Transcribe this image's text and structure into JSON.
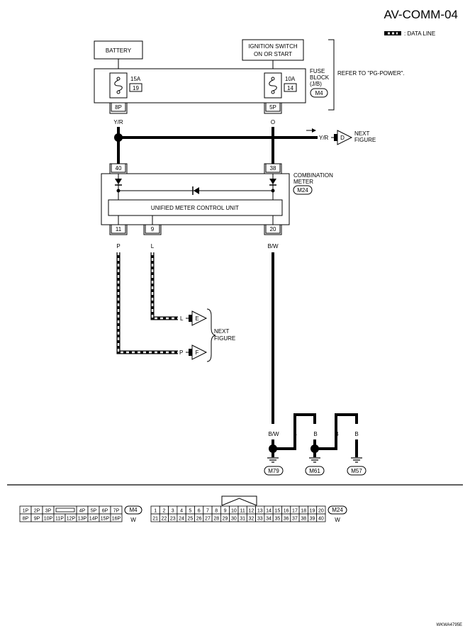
{
  "page_id": "AV-COMM-04",
  "legend": {
    "data_line_label": ": DATA LINE"
  },
  "battery": {
    "label": "BATTERY"
  },
  "ignition": {
    "line1": "IGNITION SWITCH",
    "line2": "ON OR START"
  },
  "fuse_block": {
    "line1": "FUSE",
    "line2": "BLOCK",
    "line3": "(J/B)",
    "connector": "M4",
    "refer": "REFER TO \"PG-POWER\".",
    "fuses": [
      {
        "rating": "15A",
        "number": "19",
        "terminal": "8P",
        "wire": "Y/R"
      },
      {
        "rating": "10A",
        "number": "14",
        "terminal": "5P",
        "wire": "O"
      }
    ]
  },
  "next_d": {
    "wire": "Y/R",
    "letter": "D",
    "line1": "NEXT",
    "line2": "FIGURE"
  },
  "combination_meter": {
    "line1": "COMBINATION",
    "line2": "METER",
    "connector": "M24",
    "unit_label": "UNIFIED METER CONTROL UNIT",
    "input_terminals": [
      "40",
      "38"
    ],
    "output_terminals": [
      {
        "terminal": "11",
        "wire": "P"
      },
      {
        "terminal": "9",
        "wire": "L"
      },
      {
        "terminal": "20",
        "wire": "B/W"
      }
    ]
  },
  "next_ef": {
    "items": [
      {
        "wire": "L",
        "letter": "E"
      },
      {
        "wire": "P",
        "letter": "F"
      }
    ],
    "line1": "NEXT",
    "line2": "FIGURE"
  },
  "grounds": [
    {
      "wire": "B/W",
      "connector": "M79"
    },
    {
      "wire": "B",
      "connector": "M61"
    },
    {
      "wire": "B",
      "connector": "M57"
    }
  ],
  "ground_jumper_wires": [
    "B",
    "B"
  ],
  "connector_m4": {
    "id": "M4",
    "color": "W",
    "row1": [
      "1P",
      "2P",
      "3P",
      "4P",
      "5P",
      "6P",
      "7P"
    ],
    "row2": [
      "8P",
      "9P",
      "10P",
      "11P",
      "12P",
      "13P",
      "14P",
      "15P",
      "16P"
    ]
  },
  "connector_m24": {
    "id": "M24",
    "color": "W",
    "row1": [
      "1",
      "2",
      "3",
      "4",
      "5",
      "6",
      "7",
      "8",
      "9",
      "10",
      "11",
      "12",
      "13",
      "14",
      "15",
      "16",
      "17",
      "18",
      "19",
      "20"
    ],
    "row2": [
      "21",
      "22",
      "23",
      "24",
      "25",
      "26",
      "27",
      "28",
      "29",
      "30",
      "31",
      "32",
      "33",
      "34",
      "35",
      "36",
      "37",
      "38",
      "39",
      "40"
    ]
  },
  "figure_code": "WKWA4795E"
}
